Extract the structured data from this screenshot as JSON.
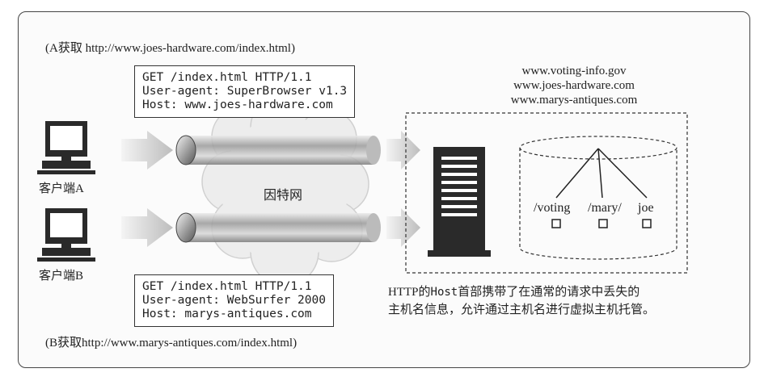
{
  "captions": {
    "top": "(A获取 http://www.joes-hardware.com/index.html)",
    "bottom": "(B获取http://www.marys-antiques.com/index.html)"
  },
  "request_a": {
    "line1": "GET /index.html HTTP/1.1",
    "line2": "User-agent: SuperBrowser v1.3",
    "line3": "Host: www.joes-hardware.com"
  },
  "request_b": {
    "line1": "GET /index.html HTTP/1.1",
    "line2": "User-agent: WebSurfer 2000",
    "line3": "Host: marys-antiques.com"
  },
  "hosts": [
    "www.voting-info.gov",
    "www.joes-hardware.com",
    "www.marys-antiques.com"
  ],
  "clients": {
    "a": "客户端A",
    "b": "客户端B"
  },
  "internet_label": "因特网",
  "directories": [
    "/voting",
    "/mary/",
    "joe"
  ],
  "note": {
    "part1": "HTTP的",
    "code": "Host",
    "part2": "首部携带了在通常的请求中丢失的",
    "line2": "主机名信息，允许通过主机名进行虚拟主机托管。"
  }
}
